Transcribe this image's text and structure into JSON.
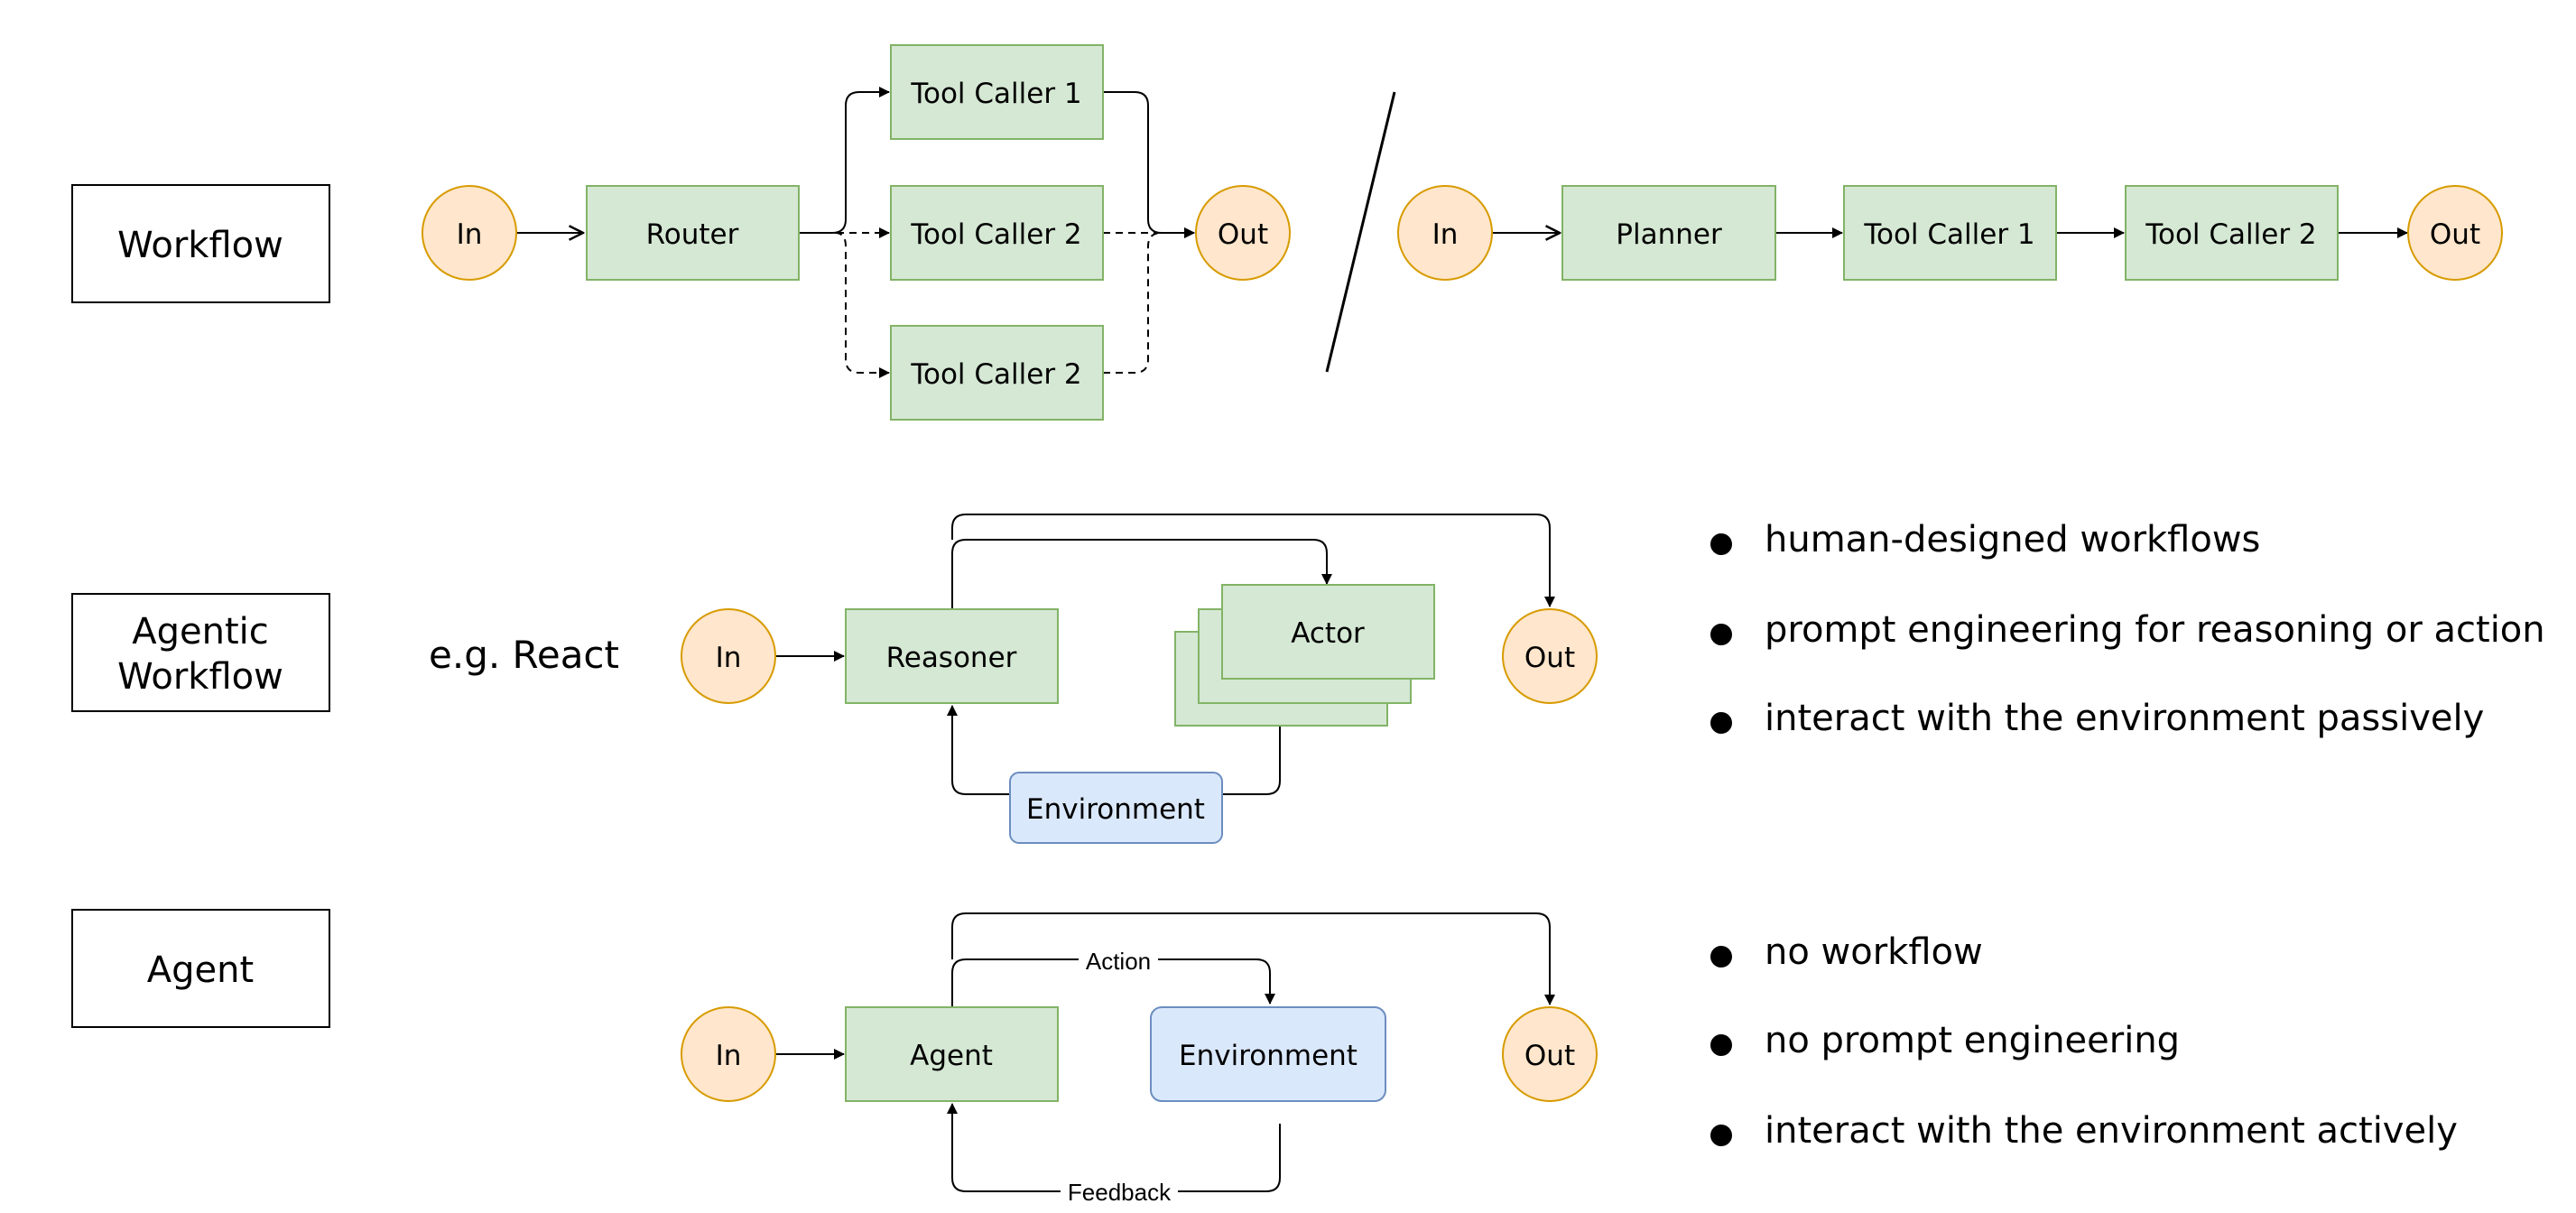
{
  "row_labels": {
    "workflow": "Workflow",
    "agentic_line1": "Agentic",
    "agentic_line2": "Workflow",
    "agent": "Agent"
  },
  "workflow": {
    "in": "In",
    "router": "Router",
    "tool1": "Tool Caller 1",
    "tool2": "Tool Caller 2",
    "tool2b": "Tool Caller 2",
    "out": "Out",
    "seq_in": "In",
    "planner": "Planner",
    "seq_tool1": "Tool Caller 1",
    "seq_tool2": "Tool Caller 2",
    "seq_out": "Out"
  },
  "agentic": {
    "example": "e.g. React",
    "in": "In",
    "reasoner": "Reasoner",
    "actor": "Actor",
    "out": "Out",
    "environment": "Environment"
  },
  "agent": {
    "in": "In",
    "agent": "Agent",
    "environment": "Environment",
    "out": "Out",
    "action": "Action",
    "feedback": "Feedback"
  },
  "bullets": {
    "agentic": [
      "human-designed workflows",
      "prompt engineering for reasoning or action",
      "interact with the environment passively"
    ],
    "agent": [
      "no workflow",
      "no prompt engineering",
      "interact with the environment actively"
    ]
  },
  "colors": {
    "process_fill": "#d5e8d4",
    "process_stroke": "#82b366",
    "io_fill": "#ffe6cc",
    "io_stroke": "#d79b00",
    "env_fill": "#dae8fc",
    "env_stroke": "#6c8ebf"
  }
}
